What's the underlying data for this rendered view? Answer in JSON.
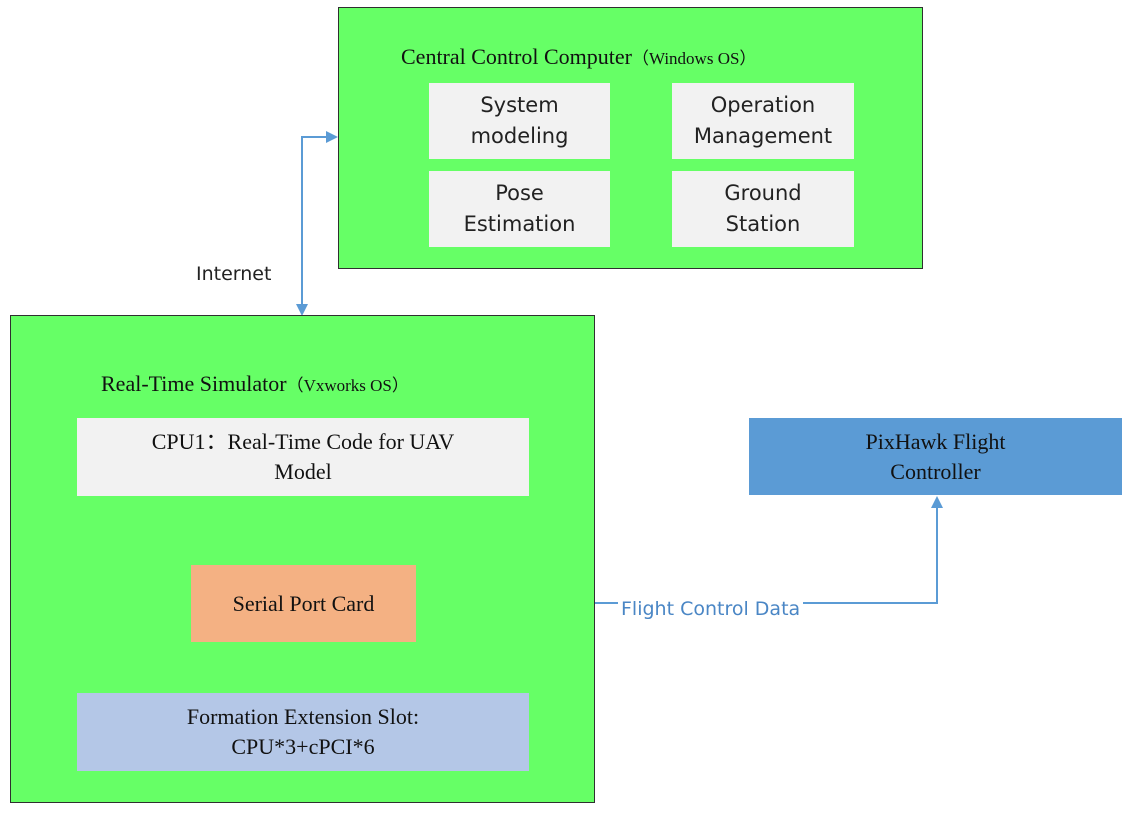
{
  "colors": {
    "green": "#66ff66",
    "cell": "#f2f2f2",
    "serial": "#f4b183",
    "formation": "#b4c7e7",
    "pixhawk": "#5b9bd5",
    "arrow": "#5b9bd5",
    "link_text": "#4a86c5"
  },
  "central": {
    "title_main": "Central Control Computer",
    "title_os": "（Windows OS）",
    "modules": [
      "System\nmodeling",
      "Operation\nManagement",
      "Pose\nEstimation",
      "Ground\nStation"
    ]
  },
  "internet_label": "Internet",
  "simulator": {
    "title_main": "Real-Time Simulator",
    "title_os": "（Vxworks OS）",
    "cpu1": "CPU1：Real-Time Code for UAV\nModel",
    "serial_card": "Serial Port Card",
    "formation": "Formation Extension Slot:\nCPU*3+cPCI*6"
  },
  "pixhawk": "PixHawk Flight\nController",
  "flight_data_label": "Flight Control Data"
}
